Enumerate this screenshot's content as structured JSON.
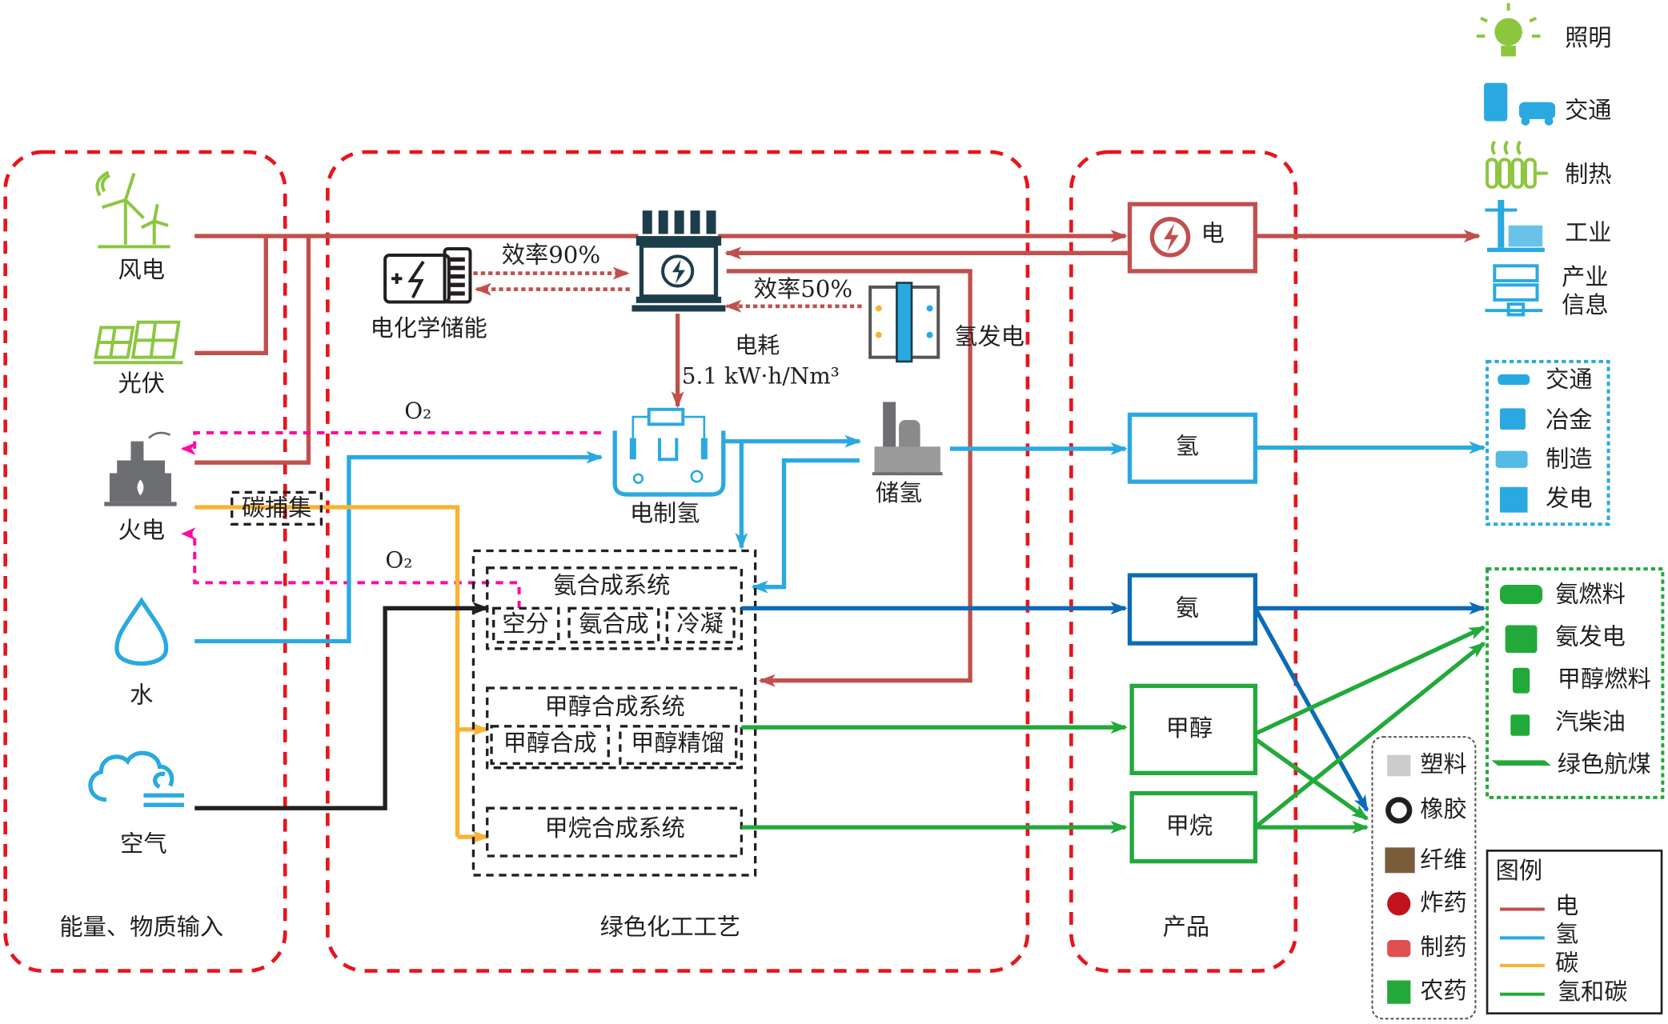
{
  "colors": {
    "electricity": "#c0504d",
    "hydrogen": "#29a9e0",
    "ammonia": "#0b6bb5",
    "carbon": "#f9b233",
    "hydrogen_carbon": "#22a93a",
    "oxygen": "#ff0aa0",
    "air": "#231f20",
    "section_border": "#e8141c"
  },
  "sections": {
    "inputs": "能量、物质输入",
    "process": "绿色化工工艺",
    "products": "产品"
  },
  "inputs": {
    "wind": "风电",
    "pv": "光伏",
    "thermal": "火电",
    "water": "水",
    "air": "空气",
    "carbon_capture": "碳捕集"
  },
  "process": {
    "battery": "电化学储能",
    "eff90": "效率90%",
    "eff50": "效率50%",
    "fuel_cell": "氢发电",
    "consumption_label": "电耗",
    "consumption_value": "5.1 kW·h/Nm³",
    "electrolyzer": "电制氢",
    "storage": "储氢",
    "o2_a": "O₂",
    "o2_b": "O₂",
    "ammonia_system": {
      "title": "氨合成系统",
      "steps": [
        "空分",
        "氨合成",
        "冷凝"
      ]
    },
    "methanol_system": {
      "title": "甲醇合成系统",
      "steps": [
        "甲醇合成",
        "甲醇精馏"
      ]
    },
    "methane_system": {
      "title": "甲烷合成系统"
    }
  },
  "products": {
    "electricity": "电",
    "hydrogen": "氢",
    "ammonia": "氨",
    "methanol": "甲醇",
    "methane": "甲烷"
  },
  "uses": {
    "electricity": [
      "照明",
      "交通",
      "制热",
      "工业",
      "产业",
      "信息"
    ],
    "hydrogen": [
      "交通",
      "冶金",
      "制造",
      "发电"
    ],
    "fuels": [
      "氨燃料",
      "氨发电",
      "甲醇燃料",
      "汽柴油",
      "绿色航煤"
    ],
    "chemicals": [
      "塑料",
      "橡胶",
      "纤维",
      "炸药",
      "制药",
      "农药"
    ]
  },
  "legend": {
    "title": "图例",
    "items": [
      "电",
      "氢",
      "碳",
      "氢和碳"
    ]
  }
}
